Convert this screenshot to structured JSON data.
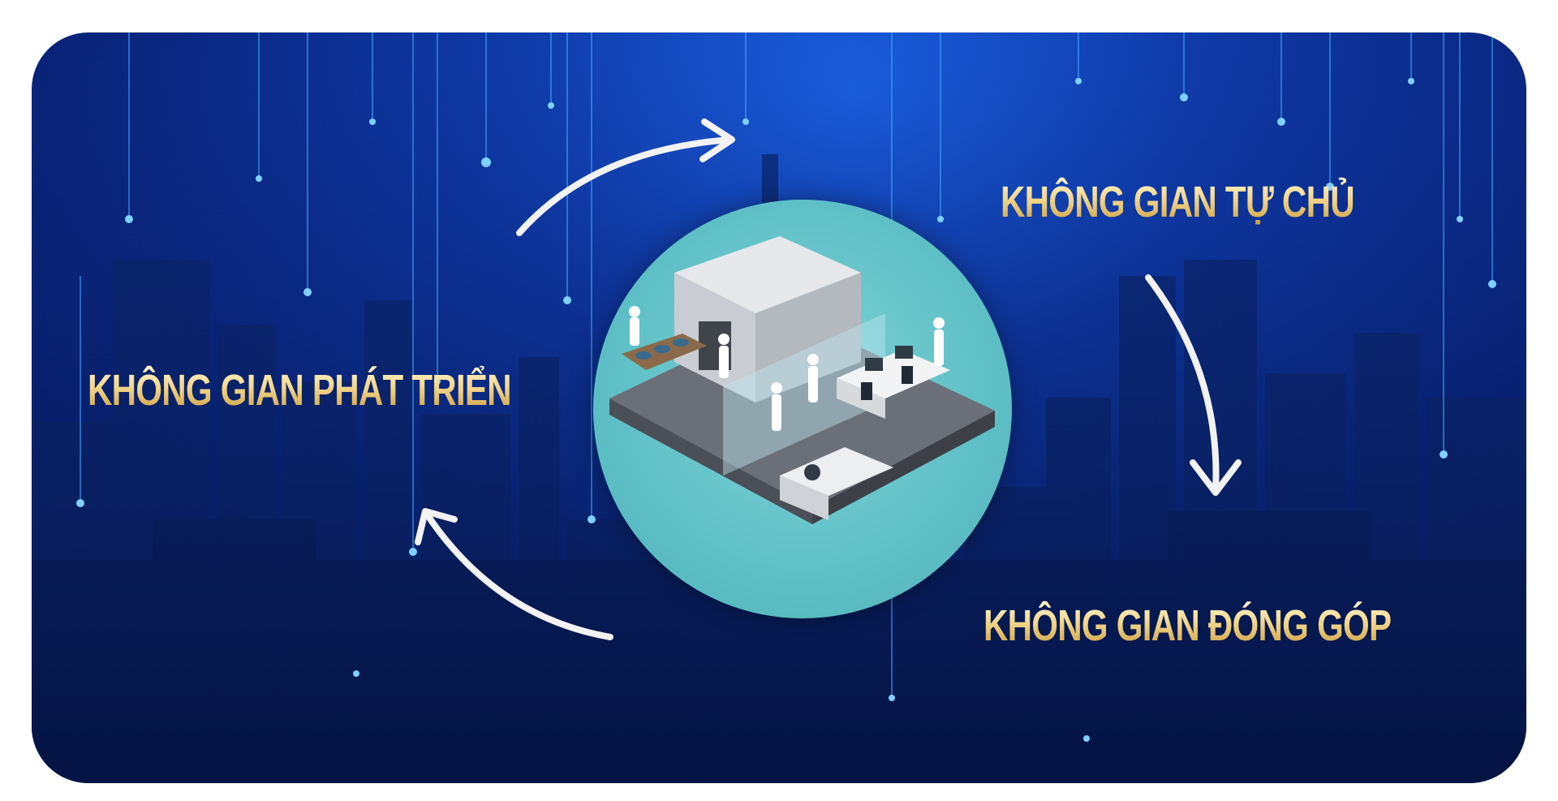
{
  "nodes": {
    "autonomous": "KHÔNG GIAN TỰ CHỦ",
    "development": "KHÔNG GIAN PHÁT TRIỂN",
    "contribution": "KHÔNG GIAN ĐÓNG GÓP"
  },
  "center_image": "laboratory-illustration",
  "colors": {
    "background": "#0a2680",
    "label_gold": "#e9c873",
    "hub": "#5ec0c6",
    "arrow": "#f2f2f2"
  },
  "arrows": [
    "development-to-autonomous",
    "autonomous-to-contribution",
    "contribution-to-development"
  ]
}
